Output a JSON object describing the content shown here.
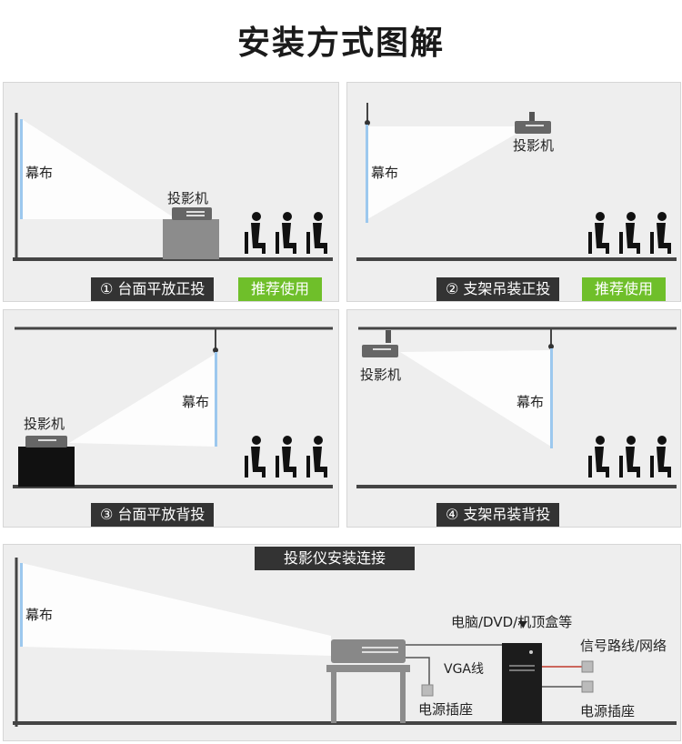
{
  "title": "安装方式图解",
  "labels": {
    "screen": "幕布",
    "projector": "投影机"
  },
  "panels": [
    {
      "caption": "① 台面平放正投",
      "badge": "推荐使用"
    },
    {
      "caption": "② 支架吊装正投",
      "badge": "推荐使用"
    },
    {
      "caption": "③ 台面平放背投"
    },
    {
      "caption": "④ 支架吊装背投"
    }
  ],
  "connection": {
    "title": "投影仪安装连接",
    "screen": "幕布",
    "computer": "电脑/DVD/机顶盒等",
    "vga": "VGA线",
    "power_left": "电源插座",
    "signal": "信号路线/网络",
    "power_right": "电源插座"
  },
  "colors": {
    "panel_bg": "#eeeeee",
    "dark": "#333333",
    "green": "#6fbf2a",
    "screen_blue": "#9cc8ee"
  }
}
